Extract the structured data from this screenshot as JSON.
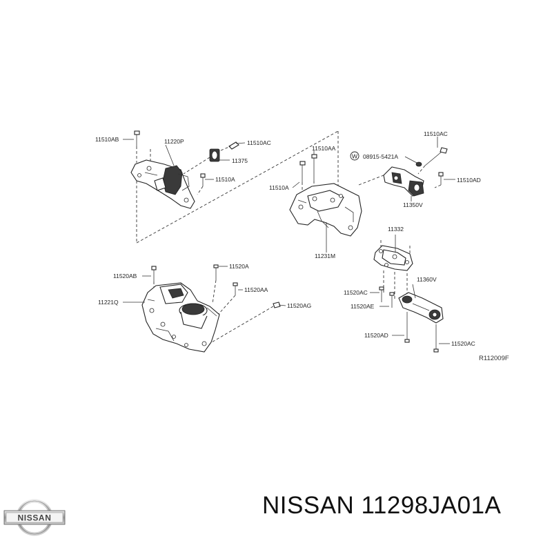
{
  "labels": {
    "p11510AB_top": "11510AB",
    "p11220P": "11220P",
    "p11510AC_top": "11510AC",
    "p11375": "11375",
    "p11510A_left": "11510A",
    "p11510AA": "11510AA",
    "p11510A_mid": "11510A",
    "p11231M": "11231M",
    "p08915": "08915-5421A",
    "p08915_prefix": "W",
    "p11510AC_right": "11510AC",
    "p11510AD": "11510AD",
    "p11350V": "11350V",
    "p11332": "11332",
    "p11520AC_a": "11520AC",
    "p11520AE": "11520AE",
    "p11360V": "11360V",
    "p11520AD": "11520AD",
    "p11520AC_b": "11520AC",
    "p11520AB": "11520AB",
    "p11520A": "11520A",
    "p11520AA": "11520AA",
    "p11520AG": "11520AG",
    "p11221Q": "11221Q",
    "diagram_ref": "R112009F"
  },
  "caption": "NISSAN 11298JA01A",
  "logo_text": "NISSAN"
}
